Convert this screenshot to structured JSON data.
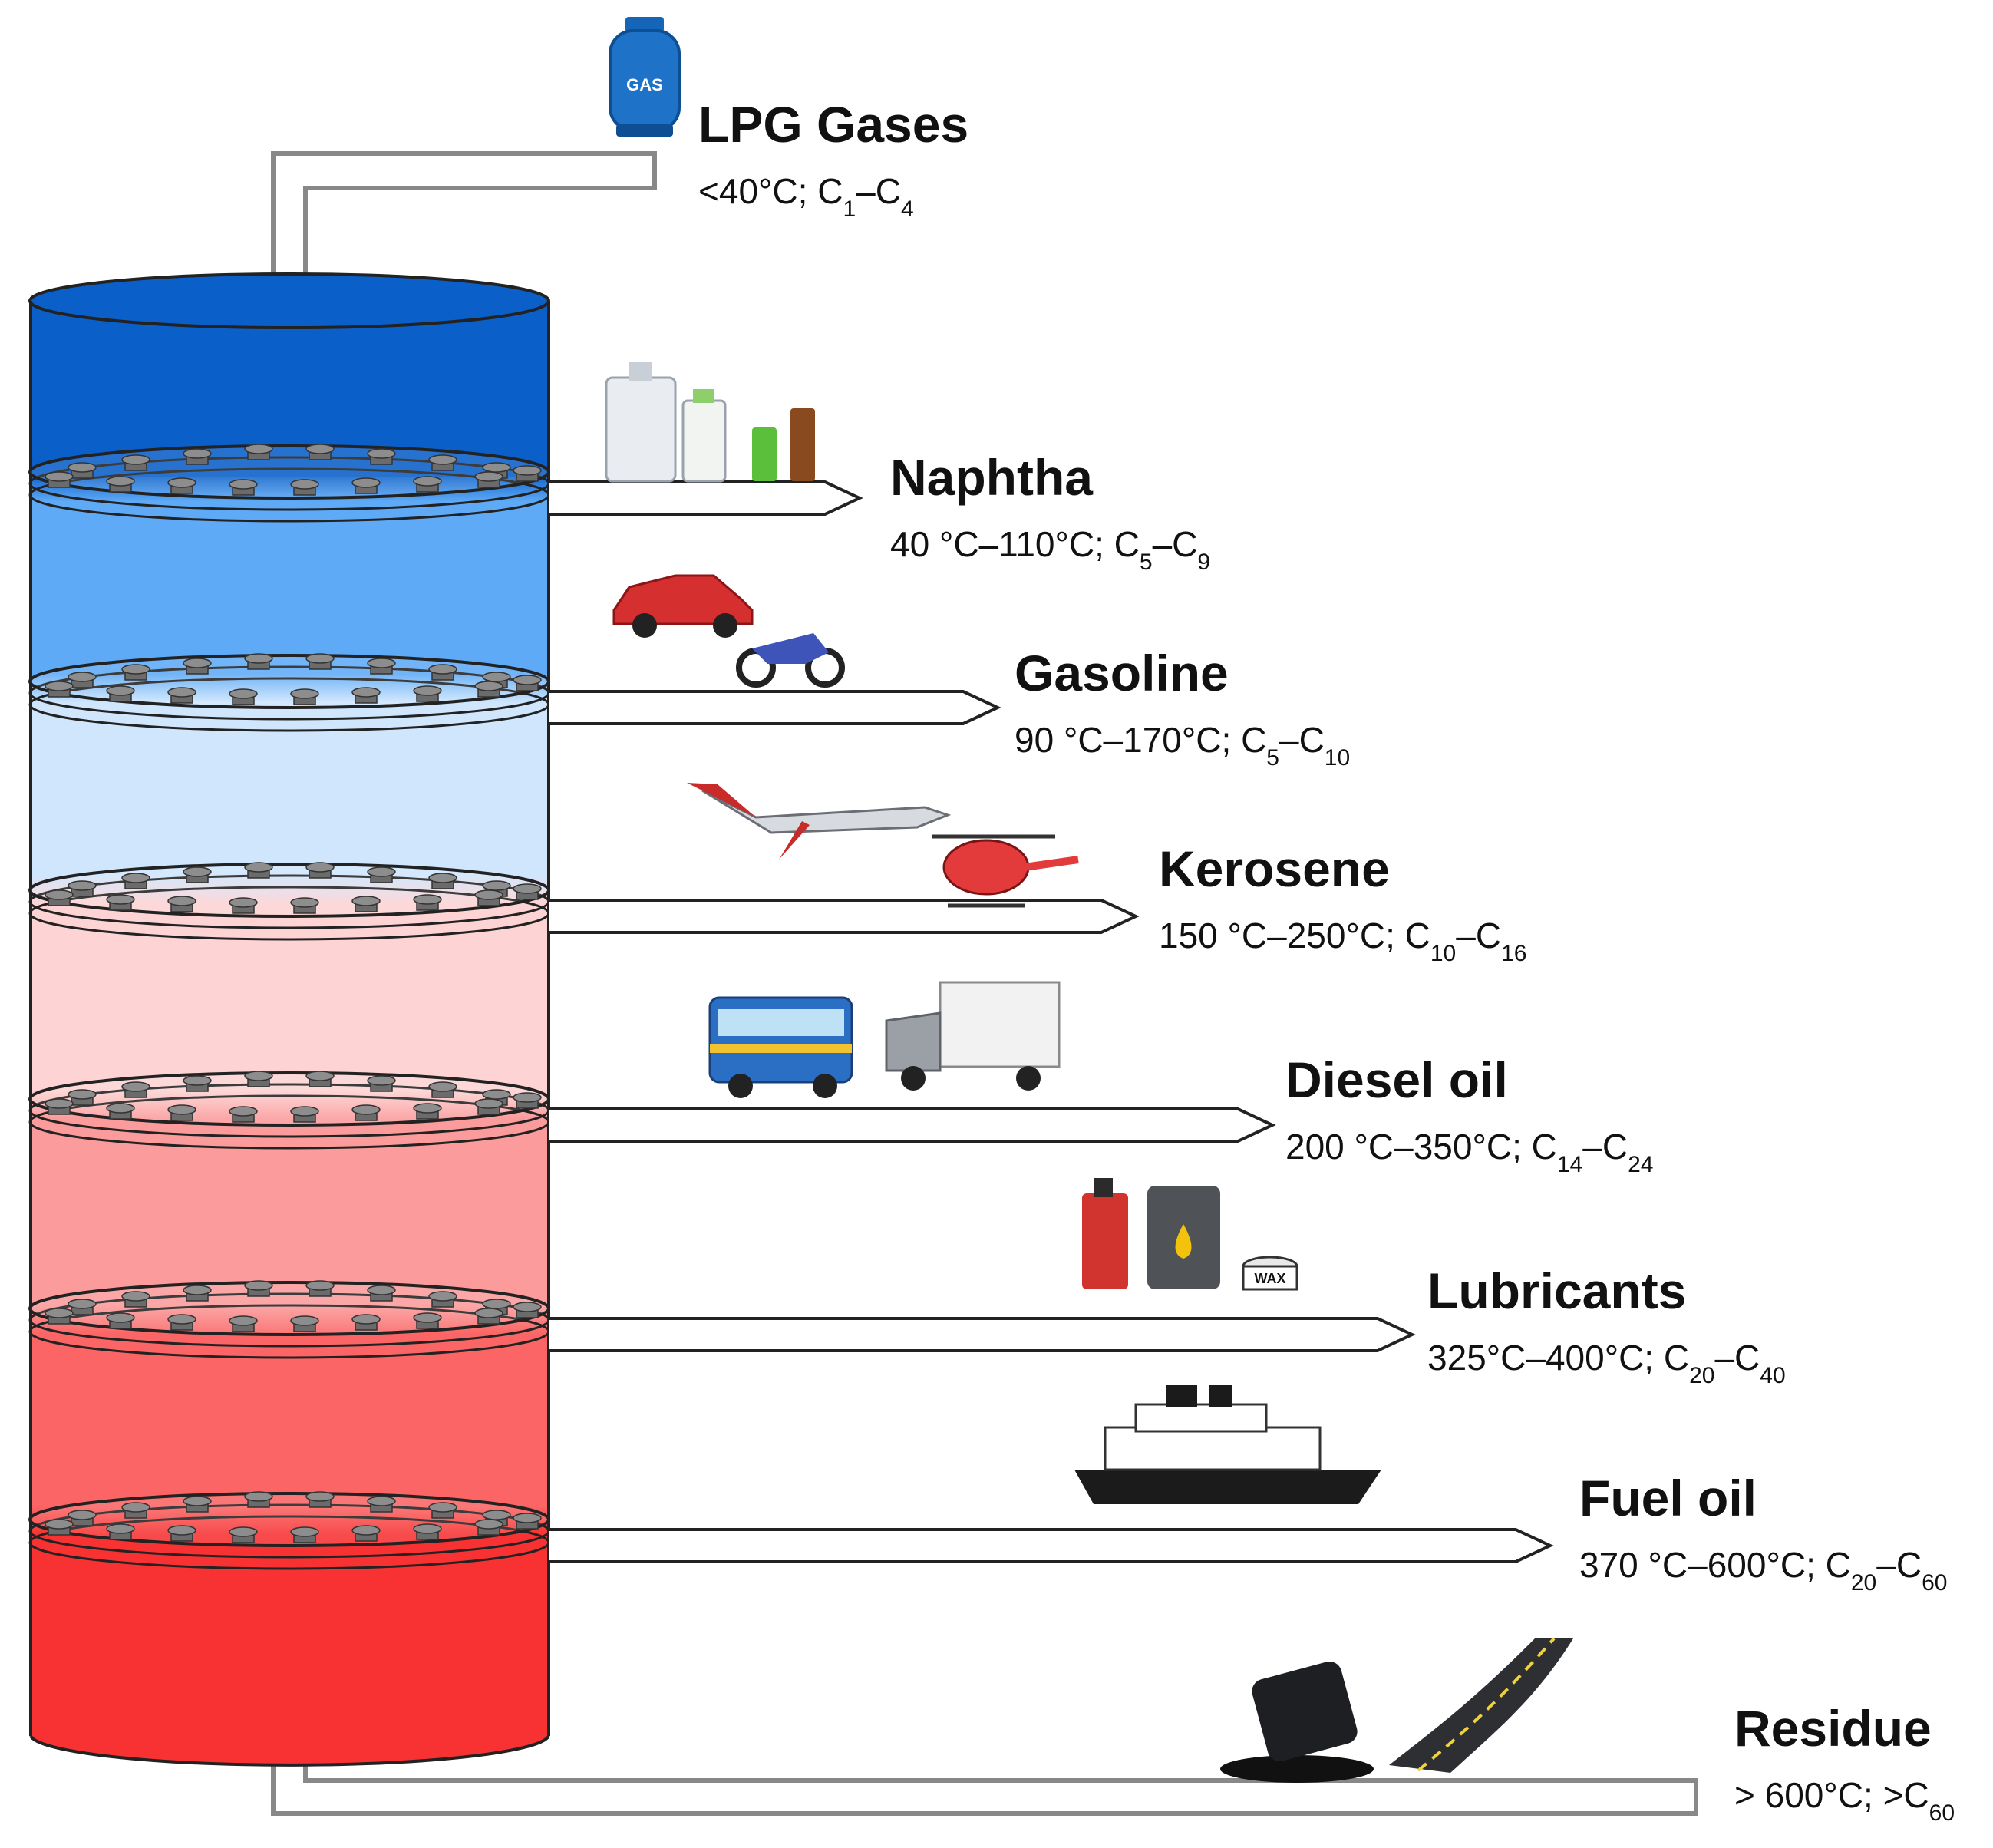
{
  "fractions": [
    {
      "id": "lpg",
      "name": "LPG Gases",
      "range": "<40°C; C",
      "c_low": "1",
      "c_high": "4",
      "icon": "gas-cylinder-icon"
    },
    {
      "id": "naphtha",
      "name": "Naphtha",
      "range": "40 °C–110°C; C",
      "c_low": "5",
      "c_high": "9",
      "icon": "chemical-bottles-icon"
    },
    {
      "id": "gasoline",
      "name": "Gasoline",
      "range": "90 °C–170°C; C",
      "c_low": "5",
      "c_high": "10",
      "icon": "car-motorbike-icon"
    },
    {
      "id": "kerosene",
      "name": "Kerosene",
      "range": "150 °C–250°C; C",
      "c_low": "10",
      "c_high": "16",
      "icon": "jet-helicopter-icon"
    },
    {
      "id": "diesel",
      "name": "Diesel oil",
      "range": "200 °C–350°C; C",
      "c_low": "14",
      "c_high": "24",
      "icon": "bus-truck-icon"
    },
    {
      "id": "lubricants",
      "name": "Lubricants",
      "range": "325°C–400°C; C",
      "c_low": "20",
      "c_high": "40",
      "icon": "oil-can-wax-icon"
    },
    {
      "id": "fuel",
      "name": "Fuel oil",
      "range": "370 °C–600°C; C",
      "c_low": "20",
      "c_high": "60",
      "icon": "cruise-ship-icon"
    },
    {
      "id": "residue",
      "name": "Residue",
      "range": "> 600°C; >C",
      "c_low": "60",
      "c_high": "",
      "icon": "barrel-road-icon"
    }
  ],
  "icon_labels": {
    "gas": "GAS",
    "wax": "WAX"
  },
  "colors": {
    "top_blue": "#0a5fc8",
    "naphtha_zone": "#5eaaf6",
    "gasoline_zone": "#cfe6fd",
    "kerosene_zone": "#fdd3d3",
    "diesel_zone": "#fb9b9b",
    "lubricant_zone": "#fb6565",
    "bottom_red": "#f83232"
  }
}
